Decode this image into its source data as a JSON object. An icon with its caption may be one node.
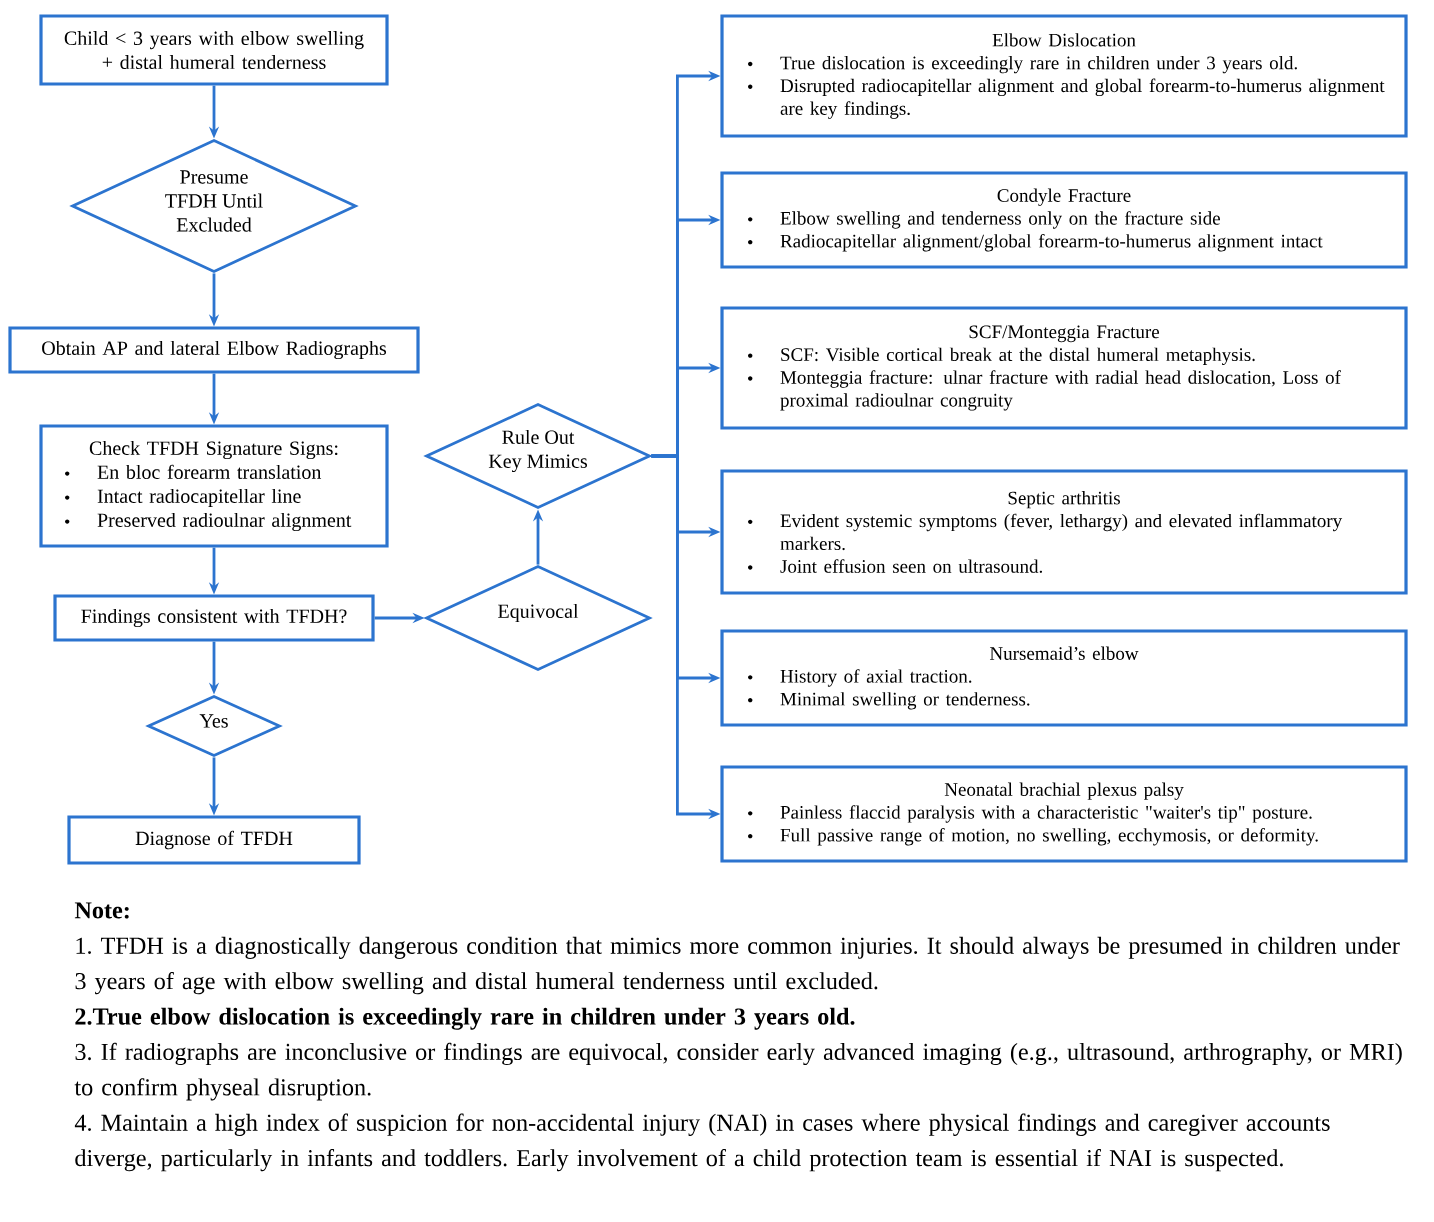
{
  "diagram": {
    "nodes": [
      {
        "text": [
          "Child < 3 years with elbow swelling + distal humeral tenderness"
        ]
      },
      {
        "text": [
          "Presume TFDH Until Excluded"
        ]
      },
      {
        "text": [
          "Obtain AP and lateral Elbow Radiographs"
        ]
      },
      {
        "text": [
          "Check TFDH Signature Signs:",
          "En bloc forearm translation",
          "Intact radiocapitellar line",
          "Preserved radioulnar alignment"
        ]
      },
      {
        "text": [
          "Findings consistent with TFDH?"
        ]
      },
      {
        "text": [
          "Equivocal"
        ]
      },
      {
        "text": [
          "Yes"
        ]
      },
      {
        "text": [
          "Diagnose of TFDH"
        ]
      },
      {
        "text": [
          "Rule Out Key Mimics"
        ]
      },
      {
        "text": [
          "Elbow Dislocation",
          "True dislocation is exceedingly rare in children under 3 years old.",
          "Disrupted radiocapitellar alignment and global forearm-to-humerus alignment are key findings."
        ]
      },
      {
        "text": [
          "Condyle Fracture",
          "Elbow swelling and tenderness only on the fracture side",
          "Radiocapitellar alignment/global forearm-to-humerus alignment intact"
        ]
      },
      {
        "text": [
          "SCF/Monteggia Fracture",
          "SCF: Visible cortical break at the distal humeral metaphysis.",
          "Monteggia fracture: ulnar fracture with radial head dislocation, Loss of proximal radioulnar congruity"
        ]
      },
      {
        "text": [
          "Septic arthritis",
          "Evident systemic symptoms (fever, lethargy) and elevated inflammatory markers.",
          "Joint effusion seen on ultrasound."
        ]
      },
      {
        "text": [
          "Nursemaid’s elbow",
          "History of axial traction.",
          "Minimal swelling or tenderness."
        ]
      },
      {
        "text": [
          "Neonatal brachial plexus palsy",
          "Painless flaccid paralysis with a characteristic \"waiter's tip\" posture.",
          "Full passive range of motion, no swelling, ecchymosis, or deformity."
        ]
      }
    ],
    "edges": [
      {
        "from": 0,
        "to": 1,
        "arrow": "to"
      },
      {
        "from": 1,
        "to": 2,
        "arrow": "to"
      },
      {
        "from": 2,
        "to": 3,
        "arrow": "to"
      },
      {
        "from": 3,
        "to": 4,
        "arrow": "to"
      },
      {
        "from": 4,
        "to": 5,
        "arrow": "to"
      },
      {
        "from": 5,
        "to": 8,
        "arrow": "to"
      },
      {
        "from": 4,
        "to": 6,
        "arrow": "to"
      },
      {
        "from": 6,
        "to": 7,
        "arrow": "to"
      },
      {
        "from": 8,
        "to": 9,
        "arrow": "to"
      },
      {
        "from": 8,
        "to": 10,
        "arrow": "to"
      },
      {
        "from": 8,
        "to": 11,
        "arrow": "to"
      },
      {
        "from": 8,
        "to": 12,
        "arrow": "to"
      },
      {
        "from": 8,
        "to": 13,
        "arrow": "to"
      },
      {
        "from": 8,
        "to": 14,
        "arrow": "to"
      }
    ],
    "labels": [
      "Note:",
      "1. TFDH is a diagnostically dangerous condition that mimics more common injuries. It should always be presumed in children under 3 years of age with elbow swelling and distal humeral tenderness until excluded.",
      "2.True elbow dislocation is exceedingly rare in children under 3 years old.",
      "3. If radiographs are inconclusive or findings are equivocal, consider early advanced imaging (e.g., ultrasound, arthrography, or MRI) to confirm physeal disruption.",
      "4. Maintain a high index of suspicion for non-accidental injury (NAI) in cases where physical findings and caregiver accounts diverge, particularly in infants and toddlers. Early involvement of a child protection team is essential if NAI is suspected."
    ]
  }
}
